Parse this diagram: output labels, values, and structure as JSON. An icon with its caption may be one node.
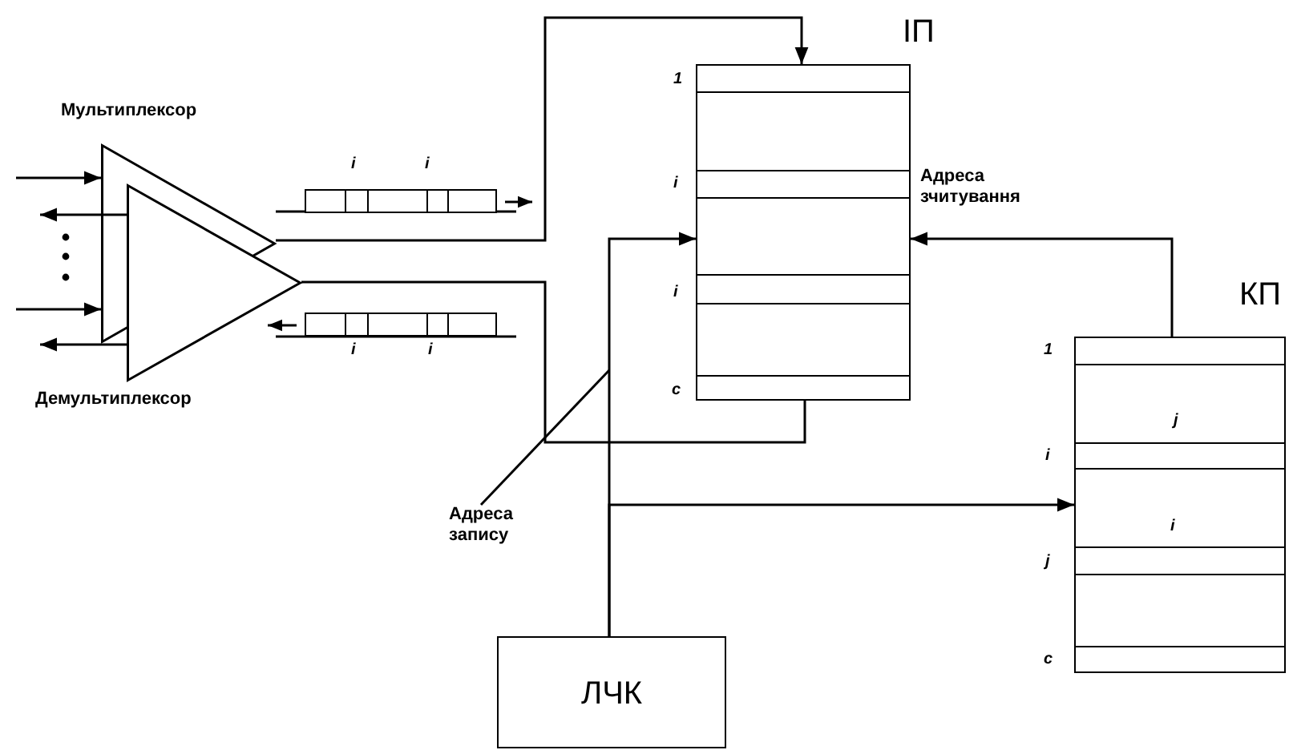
{
  "diagram": {
    "nodes": [
      {
        "text": [
          "Мультиплексор"
        ]
      },
      {
        "text": [
          "Демультиплексор"
        ]
      },
      {
        "text": [
          "i",
          "i"
        ]
      },
      {
        "text": [
          "i",
          "i"
        ]
      },
      {
        "text": [
          "ІП"
        ],
        "beside": [
          "1",
          "i",
          "i",
          "c"
        ]
      },
      {
        "text": [
          "КП",
          "j",
          "i"
        ],
        "beside": [
          "1",
          "i",
          "j",
          "c"
        ]
      },
      {
        "text": [
          "Адреса запису"
        ]
      },
      {
        "text": [
          "ЛЧК"
        ]
      }
    ],
    "edges": [
      {
        "from": null,
        "to": 0,
        "arrow": "to"
      },
      {
        "from": 1,
        "to": null,
        "arrow": "to"
      },
      {
        "from": null,
        "to": 0,
        "arrow": "to"
      },
      {
        "from": 1,
        "to": null,
        "arrow": "to"
      },
      {
        "from": 0,
        "to": 4,
        "arrow": "to"
      },
      {
        "from": 4,
        "to": 1,
        "arrow": "none"
      },
      {
        "from": 7,
        "to": 4,
        "arrow": "to"
      },
      {
        "from": 7,
        "to": 5,
        "arrow": "to"
      },
      {
        "from": 5,
        "to": 4,
        "arrow": "to",
        "label": "Адреса зчитування"
      },
      {
        "from": 6,
        "to": null,
        "arrow": "none"
      }
    ]
  }
}
